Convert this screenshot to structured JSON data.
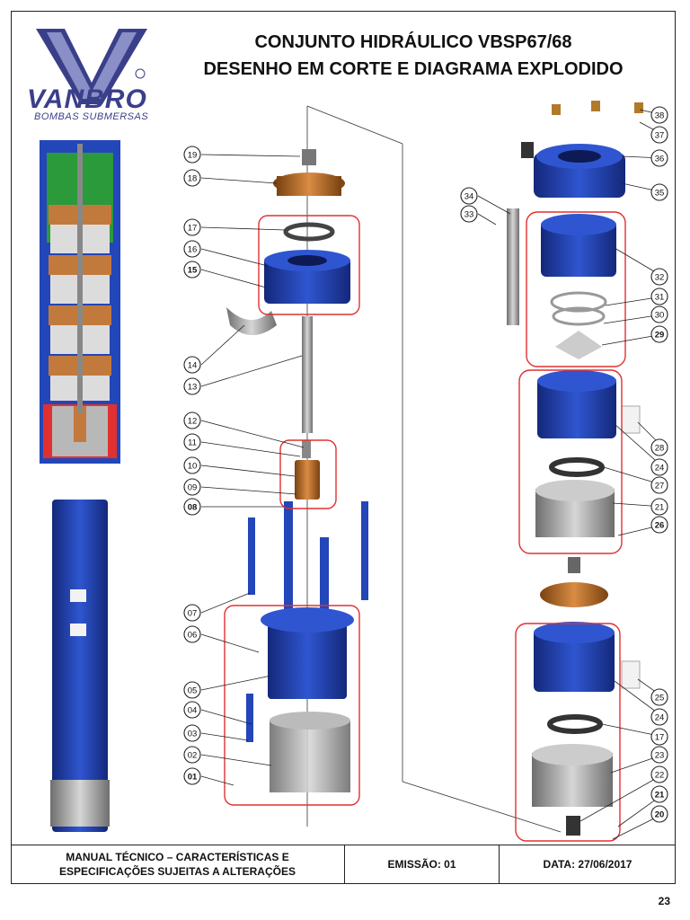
{
  "brand": {
    "name": "VANBRO",
    "tagline": "BOMBAS SUBMERSAS",
    "registered": "®"
  },
  "title": {
    "line1": "CONJUNTO HIDRÁULICO VBSP67/68",
    "line2": "DESENHO EM CORTE E DIAGRAMA EXPLODIDO"
  },
  "labels": {
    "left": [
      "19",
      "18",
      "17",
      "16",
      "15",
      "14",
      "13",
      "12",
      "11",
      "10",
      "09",
      "08",
      "07",
      "06",
      "05",
      "04",
      "03",
      "02",
      "01"
    ],
    "right": [
      "38",
      "37",
      "36",
      "35",
      "34",
      "33",
      "32",
      "31",
      "30",
      "29",
      "28",
      "24",
      "27",
      "21",
      "26",
      "25",
      "24",
      "17",
      "23",
      "22",
      "21",
      "20"
    ]
  },
  "footer": {
    "note_line1": "MANUAL TÉCNICO – CARACTERÍSTICAS E",
    "note_line2": "ESPECIFICAÇÕES SUJEITAS A ALTERAÇÕES",
    "emission": "EMISSÃO: 01",
    "date": "DATA: 27/06/2017"
  },
  "page_number": "23",
  "colors": {
    "blue": "#1f3fa8",
    "bronze": "#b06a2a",
    "red_box": "#e03030",
    "steel": "#9a9a9a"
  }
}
